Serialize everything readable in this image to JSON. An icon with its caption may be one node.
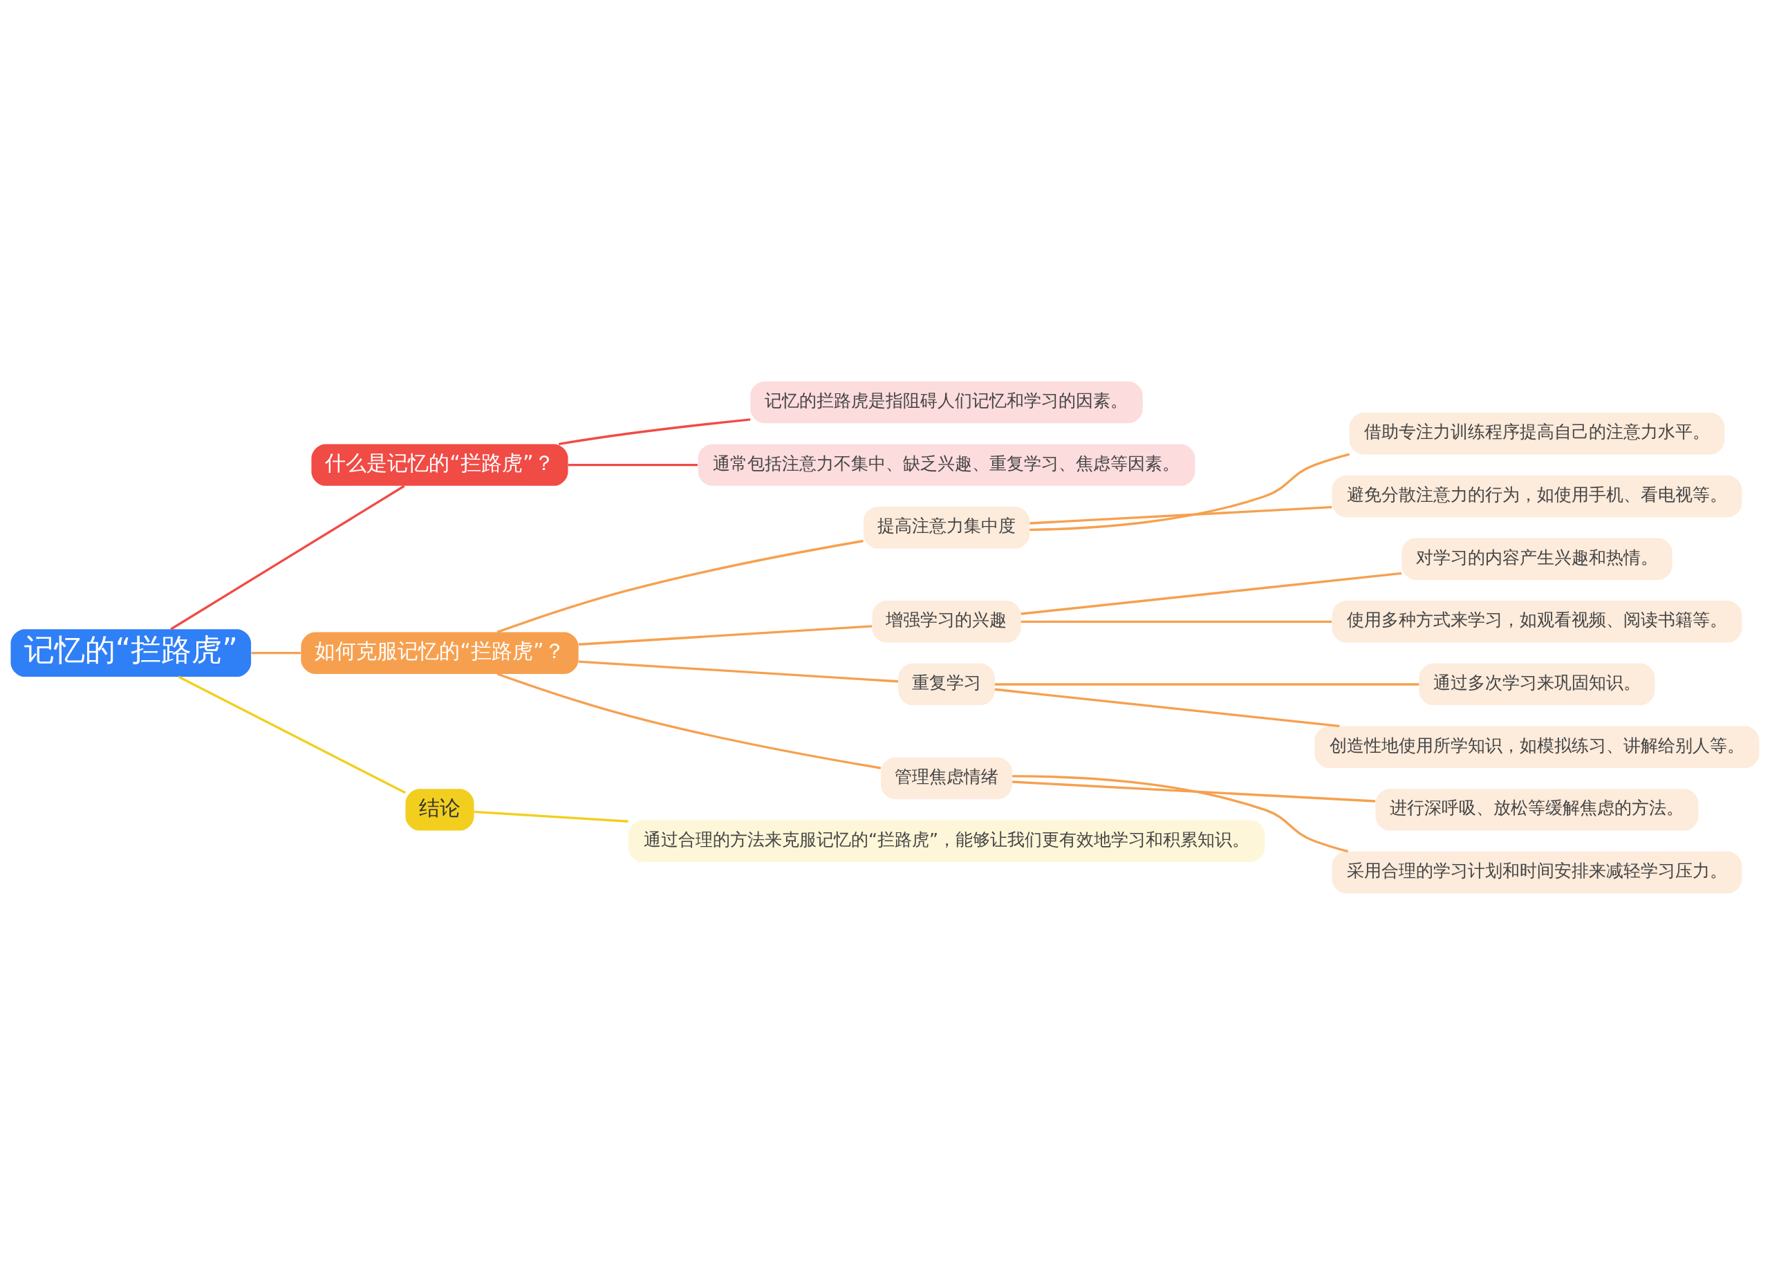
{
  "diagram": {
    "nodes": [
      {
        "text": [
          "记忆的“拦路虎”"
        ]
      },
      {
        "text": [
          "什么是记忆的“拦路虎”？"
        ]
      },
      {
        "text": [
          "记忆的拦路虎是指阻碍人们记忆和学习的因素。"
        ]
      },
      {
        "text": [
          "通常包括注意力不集中、缺乏兴趣、重复学习、焦虑等因素。"
        ]
      },
      {
        "text": [
          "如何克服记忆的“拦路虎”？"
        ]
      },
      {
        "text": [
          "提高注意力集中度"
        ]
      },
      {
        "text": [
          "借助专注力训练程序提高自己的注意力水平。"
        ]
      },
      {
        "text": [
          "避免分散注意力的行为，如使用手机、看电视等。"
        ]
      },
      {
        "text": [
          "增强学习的兴趣"
        ]
      },
      {
        "text": [
          "对学习的内容产生兴趣和热情。"
        ]
      },
      {
        "text": [
          "使用多种方式来学习，如观看视频、阅读书籍等。"
        ]
      },
      {
        "text": [
          "重复学习"
        ]
      },
      {
        "text": [
          "通过多次学习来巩固知识。"
        ]
      },
      {
        "text": [
          "创造性地使用所学知识，如模拟练习、讲解给别人等。"
        ]
      },
      {
        "text": [
          "管理焦虑情绪"
        ]
      },
      {
        "text": [
          "进行深呼吸、放松等缓解焦虑的方法。"
        ]
      },
      {
        "text": [
          "采用合理的学习计划和时间安排来减轻学习压力。"
        ]
      },
      {
        "text": [
          "结论"
        ]
      },
      {
        "text": [
          "通过合理的方法来克服记忆的“拦路虎”，能够让我们更有效地学习和积累知识。"
        ]
      }
    ],
    "edges": [
      {
        "from": 0,
        "to": 1,
        "arrow": "none",
        "color": "#f04b45"
      },
      {
        "from": 1,
        "to": 2,
        "arrow": "none",
        "color": "#f04b45"
      },
      {
        "from": 1,
        "to": 3,
        "arrow": "none",
        "color": "#f04b45"
      },
      {
        "from": 0,
        "to": 4,
        "arrow": "none"
      },
      {
        "from": 4,
        "to": 5,
        "arrow": "none"
      },
      {
        "from": 5,
        "to": 6,
        "arrow": "none"
      },
      {
        "from": 5,
        "to": 7,
        "arrow": "none"
      },
      {
        "from": 4,
        "to": 8,
        "arrow": "none"
      },
      {
        "from": 8,
        "to": 9,
        "arrow": "none"
      },
      {
        "from": 8,
        "to": 10,
        "arrow": "none"
      },
      {
        "from": 4,
        "to": 11,
        "arrow": "none"
      },
      {
        "from": 11,
        "to": 12,
        "arrow": "none"
      },
      {
        "from": 11,
        "to": 13,
        "arrow": "none"
      },
      {
        "from": 4,
        "to": 14,
        "arrow": "none"
      },
      {
        "from": 14,
        "to": 15,
        "arrow": "none"
      },
      {
        "from": 14,
        "to": 16,
        "arrow": "none"
      },
      {
        "from": 0,
        "to": 17,
        "arrow": "none",
        "color": "#f2cf1f"
      },
      {
        "from": 17,
        "to": 18,
        "arrow": "none",
        "color": "#f2cf1f"
      }
    ]
  }
}
